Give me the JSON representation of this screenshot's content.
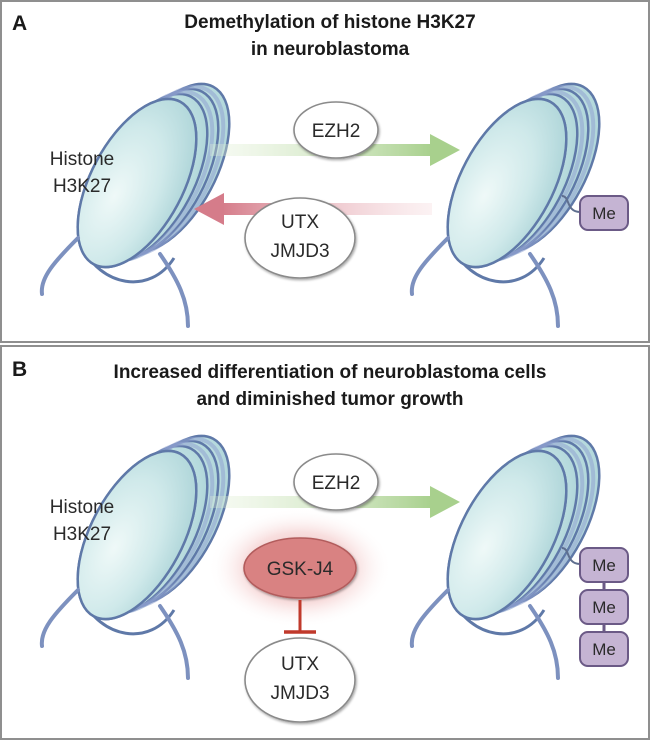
{
  "colors": {
    "frame": "#8f8f8f",
    "disc_fill": "#cfe9ea",
    "disc_edge": "#5f79a8",
    "dna": "#7d91bf",
    "arrow_green": "#b9d9a3",
    "arrow_red": "#d98b96",
    "inhibitor_red": "#c0392b",
    "methyl_fill": "#c5b4d3",
    "methyl_edge": "#6b5a86",
    "drug_fill": "#d98282"
  },
  "panelA": {
    "letter": "A",
    "title_line1": "Demethylation of histone H3K27",
    "title_line2": "in neuroblastoma",
    "histone_line1": "Histone",
    "histone_line2": "H3K27",
    "forward_enzyme": "EZH2",
    "reverse_enzyme_line1": "UTX",
    "reverse_enzyme_line2": "JMJD3",
    "methyl_tags": [
      "Me"
    ]
  },
  "panelB": {
    "letter": "B",
    "title_line1": "Increased differentiation of neuroblastoma cells",
    "title_line2": "and diminished tumor growth",
    "histone_line1": "Histone",
    "histone_line2": "H3K27",
    "forward_enzyme": "EZH2",
    "inhibitor": "GSK-J4",
    "blocked_enzyme_line1": "UTX",
    "blocked_enzyme_line2": "JMJD3",
    "methyl_tags": [
      "Me",
      "Me",
      "Me"
    ]
  }
}
